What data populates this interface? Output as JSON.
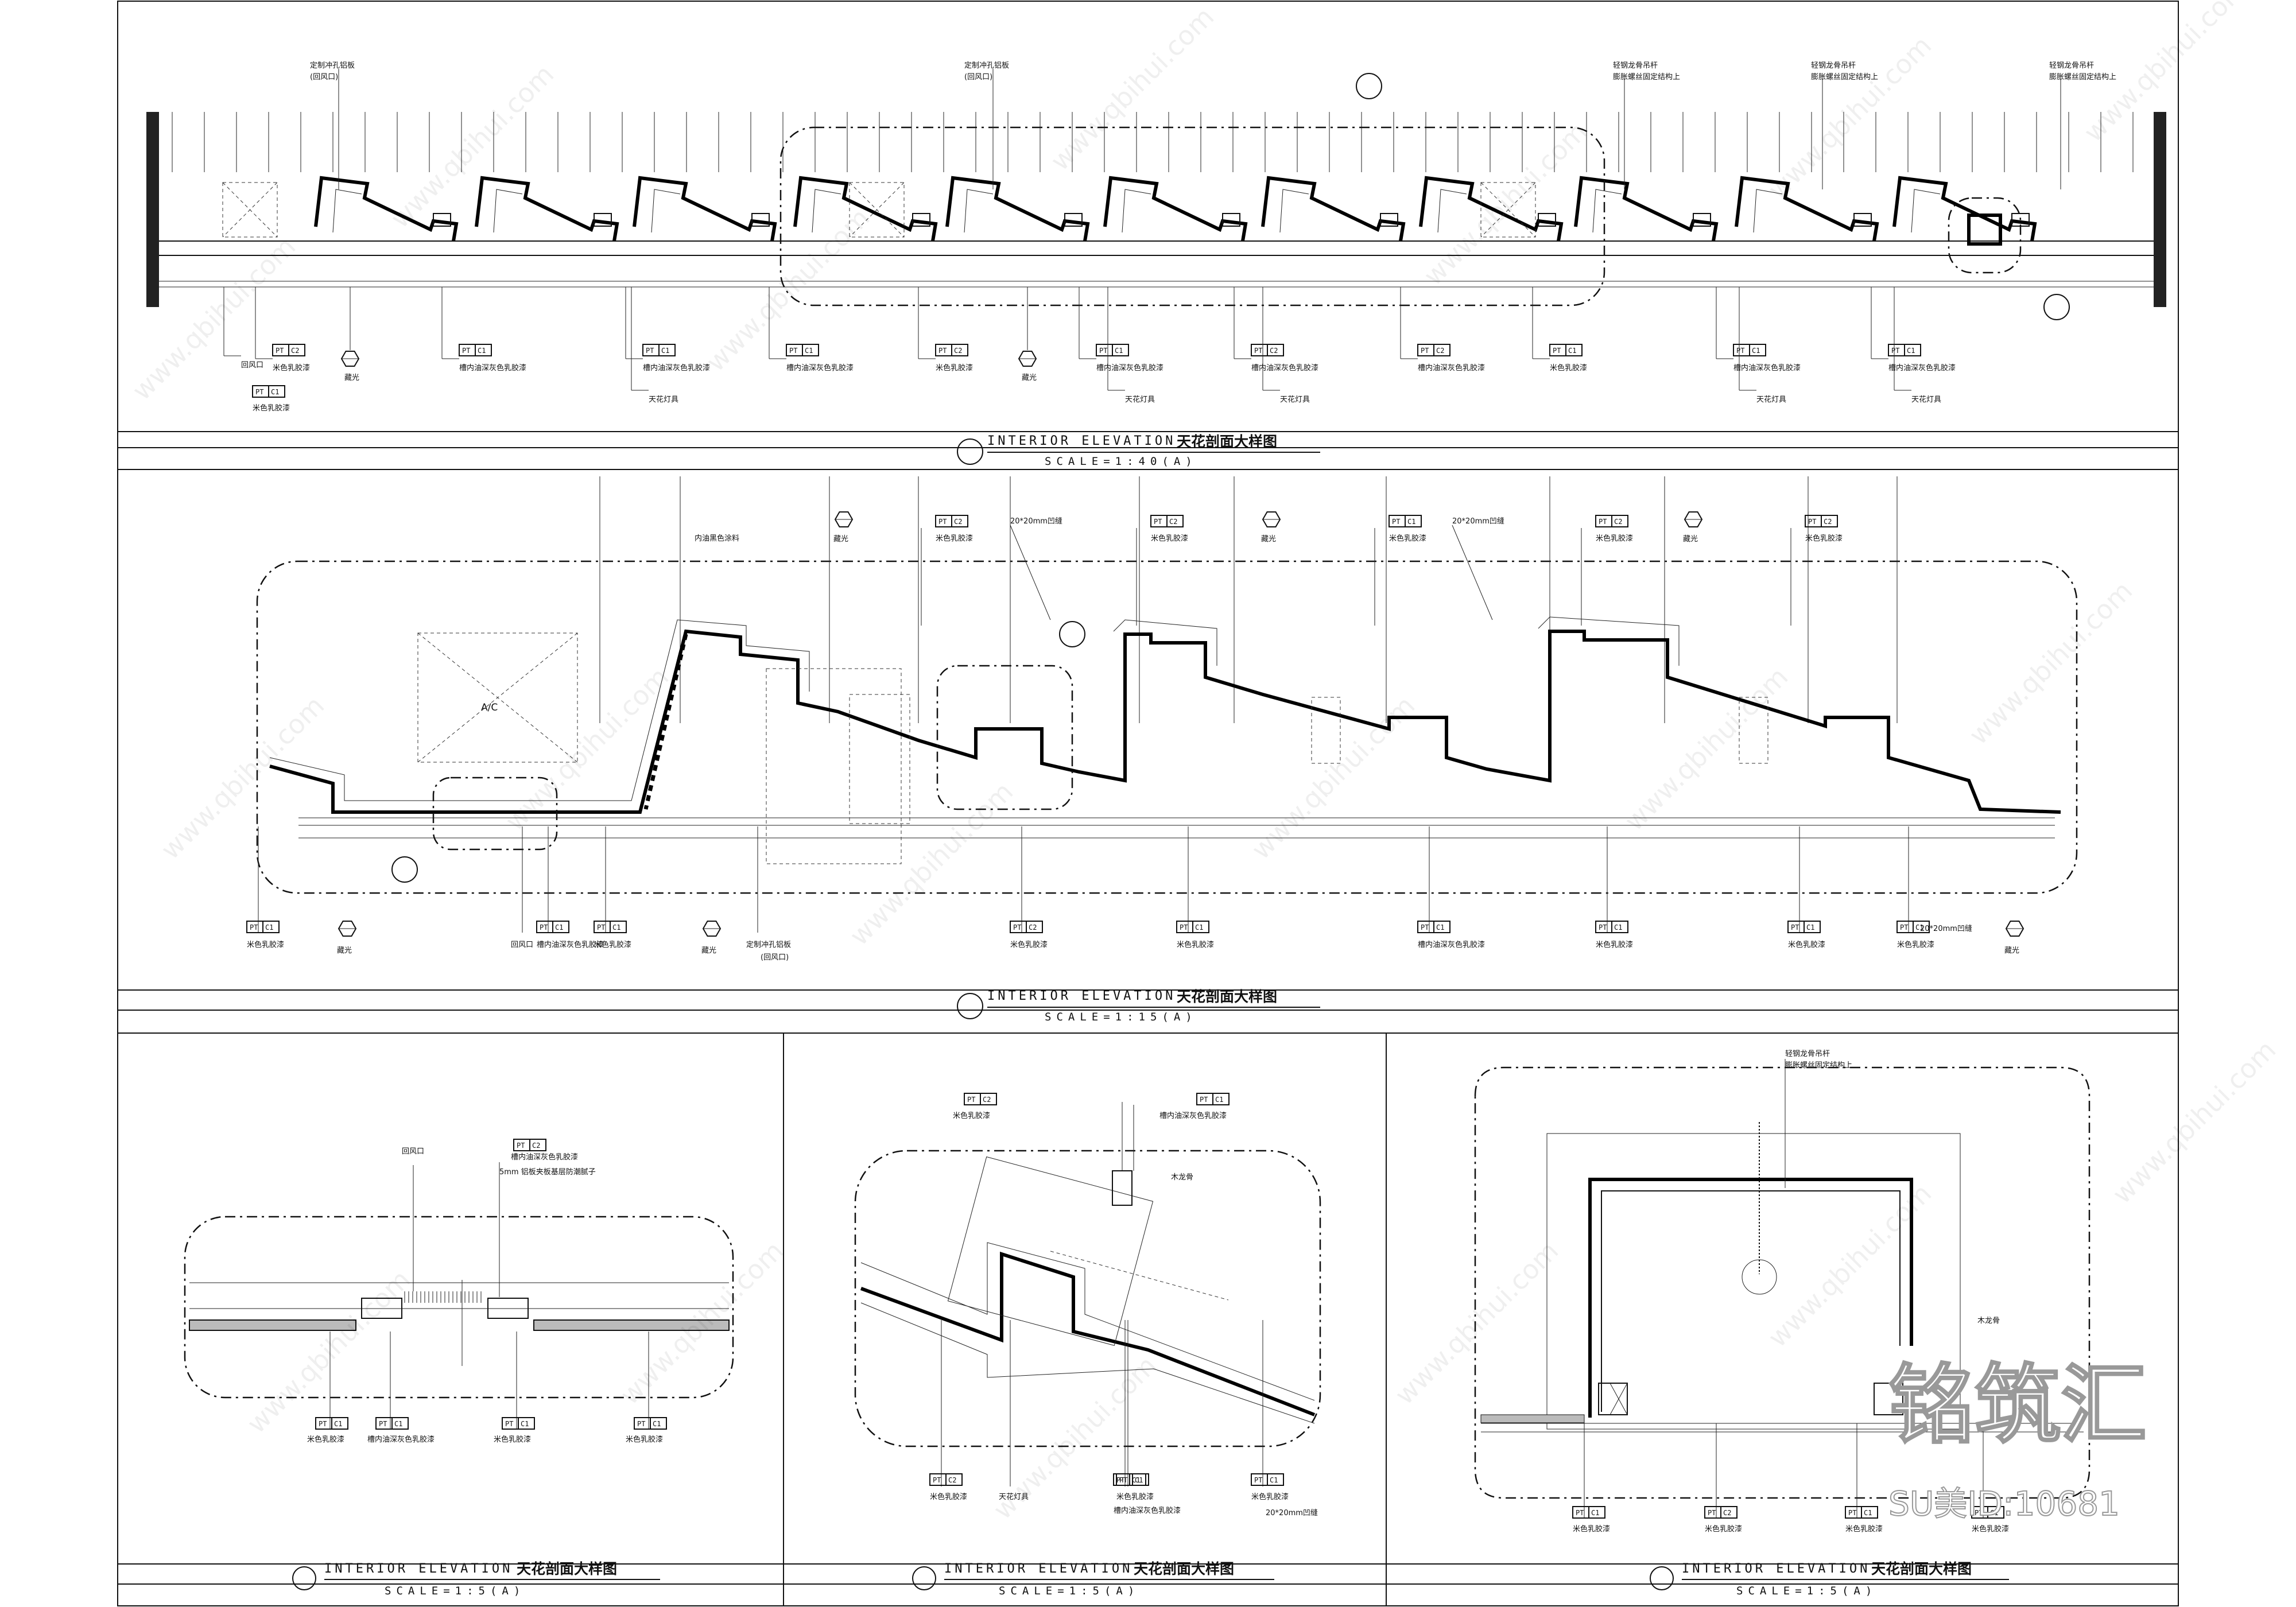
{
  "drawing": {
    "title_block": {
      "en": "INTERIOR ELEVATION",
      "zh": "天花剖面大样图"
    },
    "scales": {
      "top": "SCALE=1:40(A)",
      "middle": "SCALE=1:15(A)",
      "bottom": "SCALE=1:5(A)"
    },
    "materials": {
      "PT": "PT",
      "C1": "C1",
      "C2": "C2"
    },
    "labels": {
      "beige_latex": "米色乳胶漆",
      "dark_grey_latex": "槽内油深灰色乳胶漆",
      "lamp_slot": "天花灯具",
      "hidden_light": "藏光",
      "return_air": "回风口",
      "perforated_panel": "定制冲孔铝板",
      "perforated_panel_sub": "(回风口)",
      "black_coating": "内油黑色涂料",
      "groove_20": "20*20mm凹缝",
      "boom_l1": "轻钢龙骨吊杆",
      "boom_l2": "膨胀螺丝固定结构上",
      "wood_frame": "木龙骨",
      "ac": "A/C",
      "detail_note": "5mm 铝板夹板基层防潮腻子"
    },
    "watermark": "www.qbihui.com",
    "brand": "铭筑汇",
    "sheet_id": "SU美ID:10681"
  }
}
